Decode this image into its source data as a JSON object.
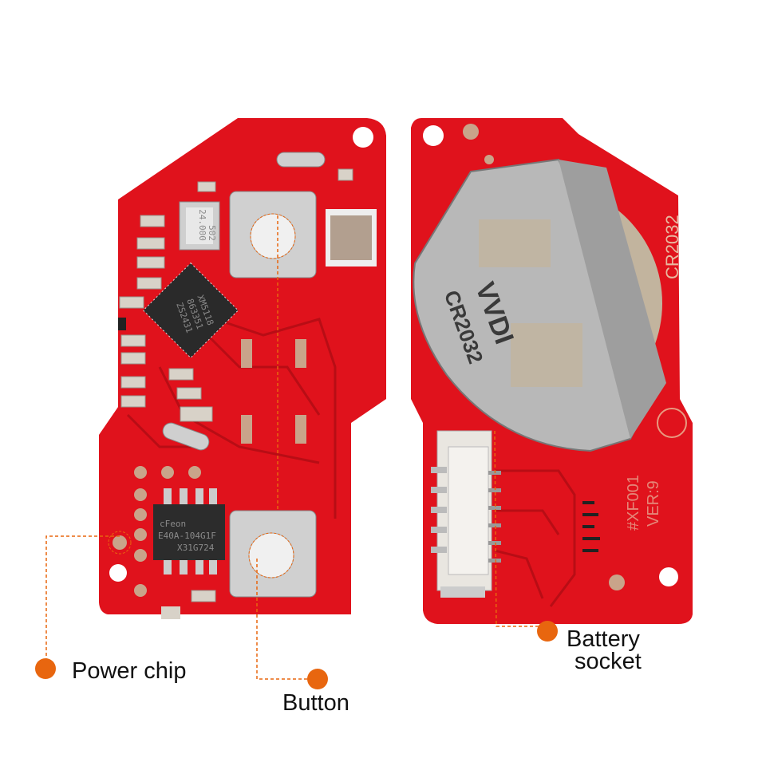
{
  "colors": {
    "pcb": "#e0121c",
    "pcb_dark": "#b80d15",
    "accent": "#e8660f",
    "metal": "#c9c9c9"
  },
  "callouts": {
    "power_chip": "Power chip",
    "button": "Button",
    "battery_socket_line1": "Battery",
    "battery_socket_line2": "socket"
  },
  "left_board": {
    "crystal_text_1": "24.000",
    "crystal_text_2": "502",
    "mcu_text": [
      "XM5118",
      "863351",
      "ZS2431"
    ],
    "power_chip_text": [
      "cFeon",
      "E40A-104G1F",
      "X31G724"
    ]
  },
  "right_board": {
    "silk_battery": "CR2032",
    "clip_brand": "VVDI",
    "clip_battery": "CR2032",
    "model": "#XF001",
    "version": "VER:9"
  }
}
